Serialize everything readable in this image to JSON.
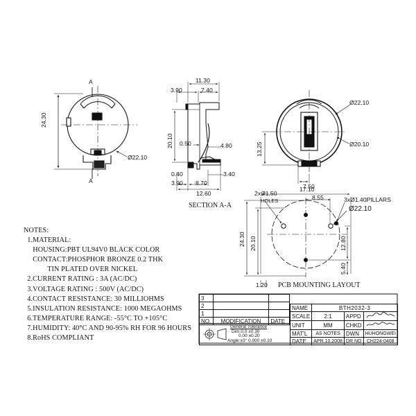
{
  "views": {
    "front": {
      "dim_height": "24.30",
      "dim_dia": "Ø22.10",
      "section_mark": "A"
    },
    "section": {
      "dim_top": "11.30",
      "dim_left_top": "3.90",
      "dim_mid_top": "7.40",
      "dim_height": "20.10",
      "dim_gap": "0.50",
      "dim_inner": "4.80",
      "dim_bot_small": "0.40",
      "dim_bot_right": "3.40",
      "dim_bot_left": "3.90",
      "dim_bot_mid": "8.70",
      "dim_total": "12.60",
      "caption": "SECTION A-A"
    },
    "right": {
      "dim_dia_outer": "Ø22.10",
      "dim_dia_inner": "Ø20.10",
      "dim_height": "13.25",
      "dim_width": "7.50"
    },
    "pcb": {
      "holes_label": "2xØ1.50",
      "holes_word": "HOLES",
      "dim_total": "17.10",
      "dim_half": "8.55",
      "pillars_label": "3xØ1.40PILLARS",
      "dim_dia": "Ø22.10",
      "dim_height": "24.30",
      "dim_mid": "20.10",
      "dim_right": "12.80",
      "dim_bottom": "5.40",
      "dim_offset": "1.20",
      "caption": "PCB MOUNTING LAYOUT"
    }
  },
  "notes": {
    "title": "NOTES:",
    "lines": [
      "  1.MATERIAL:",
      "     HOUSING:PBT UL94V0 BLACK COLOR",
      "     CONTACT:PHOSPHOR BRONZE 0.2 THK",
      "             TIN PLATED OVER NICKEL",
      "  2.CURRENT RATING : 3A (AC/DC)",
      "  3.VOLTAGE RATING : 500V (AC/DC)",
      "  4.CONTACT RESISTANCE: 30 MILLIOHMS",
      "  5.INSULATION RESISTANCE: 1000 MEGAOHMS",
      "  6.TEMPERATURE RANGE: -55°C TO +105°C",
      "  7.HUMIDITY: 40°C AND 90-95% RH FOR 96 HOURS",
      "  8.RoHS COMPLIANT"
    ]
  },
  "title_block": {
    "rev_rows": [
      "3",
      "2",
      "1"
    ],
    "rev_headers": {
      "no": "NO.",
      "mod": "MODIFICATION",
      "date": "DATE"
    },
    "tolerance": {
      "title": "General Tolerance",
      "dim1": "Dim:0.0   ±0.30",
      "dim2": "0.00   ±0.20",
      "dim3": "Angle:±3°   0.000  ±0.10"
    },
    "name_label": "NAME",
    "name_value": "BTH2032-3",
    "scale_label": "SCALE",
    "scale_value": "2:1",
    "appd_label": "APPD",
    "appd_value": "",
    "unit_label": "UNIT",
    "unit_value": "MM",
    "chkd_label": "CHKD",
    "chkd_value": "",
    "mat_label": "MAT'L",
    "mat_value": "AS NOTES",
    "dwn_label": "DWN",
    "dwn_value": "HUHONGWEI",
    "date_label": "DATE",
    "date_value": "APR.10.2008",
    "drno_label": "DR NO",
    "drno_value": "CH224-0408"
  }
}
